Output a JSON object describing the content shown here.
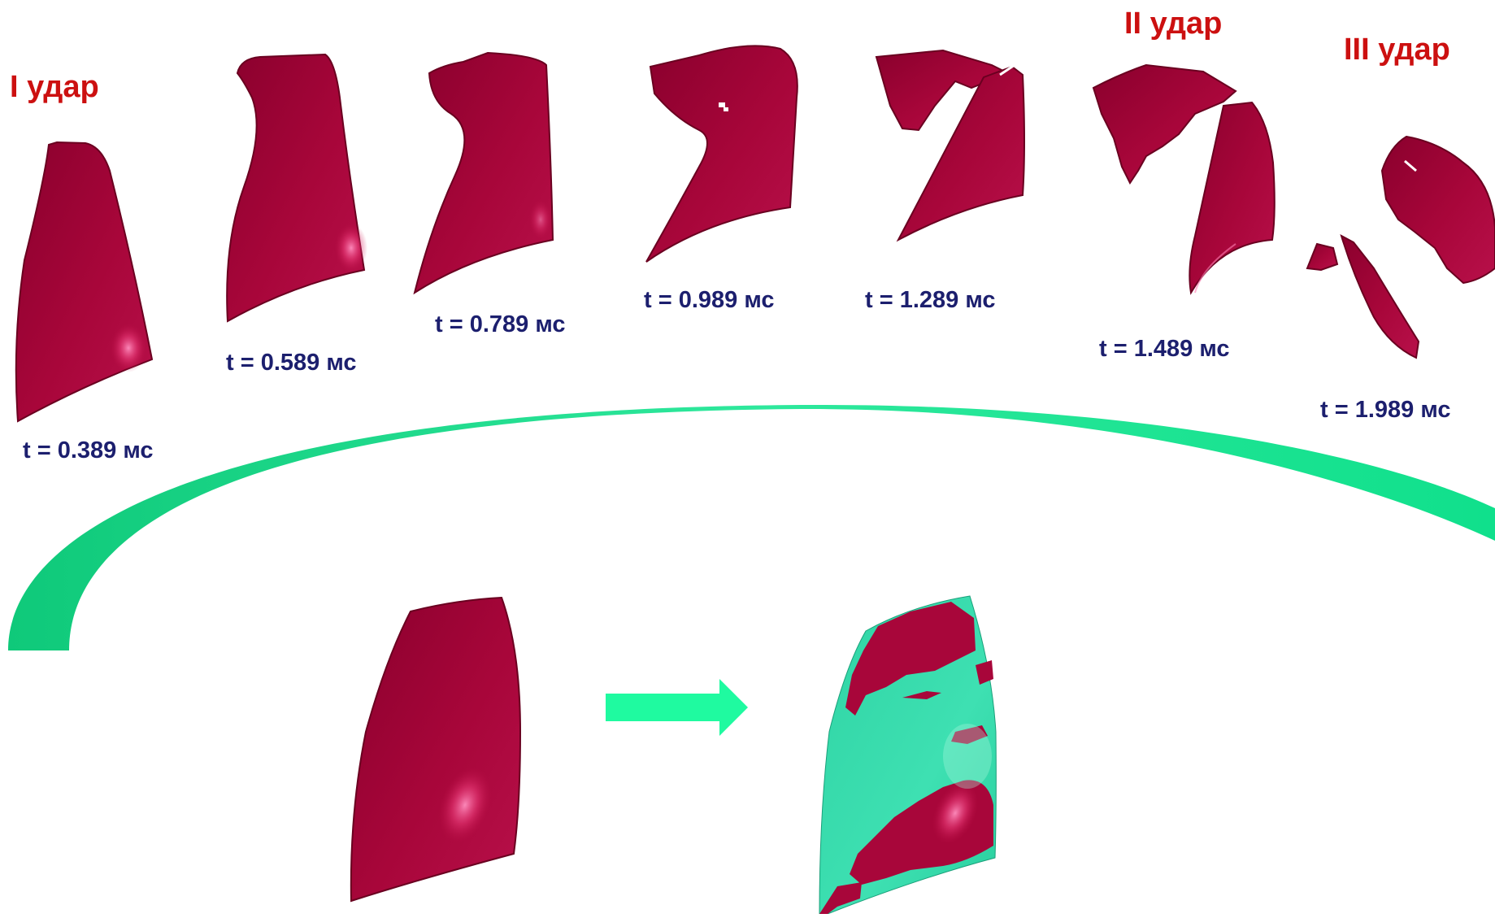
{
  "impacts": [
    {
      "id": "impact-1",
      "label": "I удар"
    },
    {
      "id": "impact-2",
      "label": "II удар"
    },
    {
      "id": "impact-3",
      "label": "III удар"
    }
  ],
  "frames": [
    {
      "time": "t = 0.389 мс"
    },
    {
      "time": "t = 0.589 мс"
    },
    {
      "time": "t = 0.789 мс"
    },
    {
      "time": "t = 0.989 мс"
    },
    {
      "time": "t = 1.289 мс"
    },
    {
      "time": "t = 1.489 мс"
    },
    {
      "time": "t = 1.989 мс"
    }
  ],
  "colors": {
    "blade": "#a8063a",
    "blade_dark": "#7e0027",
    "highlight": "#ff6fa8",
    "arc_green": "#11d483",
    "arc_green_light": "#3bf5a8",
    "arrow_green": "#1ffaa0",
    "damage_teal": "#35d9aa",
    "time_label": "#1c1f6e",
    "impact_label": "#cc1010"
  },
  "icons": [
    "curved-arrow-icon",
    "right-arrow-icon"
  ]
}
